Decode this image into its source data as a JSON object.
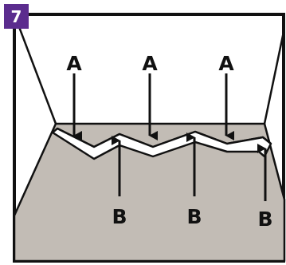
{
  "step": {
    "number": "7",
    "color": "#5b2c8e"
  },
  "labels": {
    "top": [
      "A",
      "A",
      "A"
    ],
    "bottom": [
      "B",
      "B",
      "B"
    ]
  },
  "colors": {
    "floor": "#c2bcb5",
    "line": "#111111",
    "strip": "#ffffff"
  }
}
